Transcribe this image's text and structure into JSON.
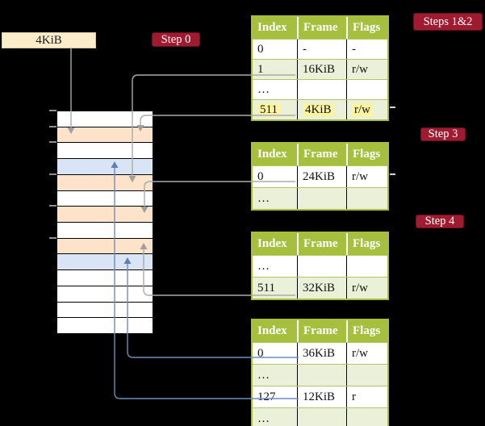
{
  "diagram": {
    "size_label": "4KiB",
    "step_labels": {
      "step0": "Step 0",
      "steps12": "Steps 1&2",
      "step3": "Step 3",
      "step4": "Step 4"
    }
  },
  "colors": {
    "background": "#000000",
    "table_header_green": "#a6bf3c",
    "table_row_green": "#ebf1d8",
    "highlight_yellow": "#fcf49e",
    "frame_peach": "#fde3ca",
    "frame_blue": "#d9e5f5",
    "frame_white": "#ffffff",
    "step_label_red": "#9e1b30",
    "size_box_cream": "#fcedca",
    "connector_gray": "#ababab",
    "connector_blue": "#6d8cbf"
  },
  "memory": {
    "rows": [
      "#ffffff",
      "#fde3ca",
      "#ffffff",
      "#d9e5f5",
      "#fde3ca",
      "#ffffff",
      "#fde3ca",
      "#ffffff",
      "#fde3ca",
      "#d9e5f5",
      "#ffffff",
      "#ffffff",
      "#ffffff",
      "#ffffff"
    ],
    "tick_count": 6
  },
  "tables": [
    {
      "label": "page table steps 1 and 2",
      "headers": [
        "Index",
        "Frame",
        "Flags"
      ],
      "rows": [
        [
          "0",
          "-",
          "-"
        ],
        [
          "1",
          "16KiB",
          "r/w"
        ],
        [
          "…",
          "",
          ""
        ],
        [
          "511",
          "4KiB",
          "r/w"
        ]
      ],
      "highlighted_row_index": 3
    },
    {
      "label": "page table step 3",
      "headers": [
        "Index",
        "Frame",
        "Flags"
      ],
      "rows": [
        [
          "0",
          "24KiB",
          "r/w"
        ],
        [
          "…",
          "",
          ""
        ]
      ]
    },
    {
      "label": "page table step 4",
      "headers": [
        "Index",
        "Frame",
        "Flags"
      ],
      "rows": [
        [
          "…",
          "",
          ""
        ],
        [
          "511",
          "32KiB",
          "r/w"
        ]
      ]
    },
    {
      "label": "page table final",
      "headers": [
        "Index",
        "Frame",
        "Flags"
      ],
      "rows": [
        [
          "0",
          "36KiB",
          "r/w"
        ],
        [
          "…",
          "",
          ""
        ],
        [
          "127",
          "12KiB",
          "r"
        ],
        [
          "…",
          "",
          ""
        ]
      ]
    }
  ]
}
